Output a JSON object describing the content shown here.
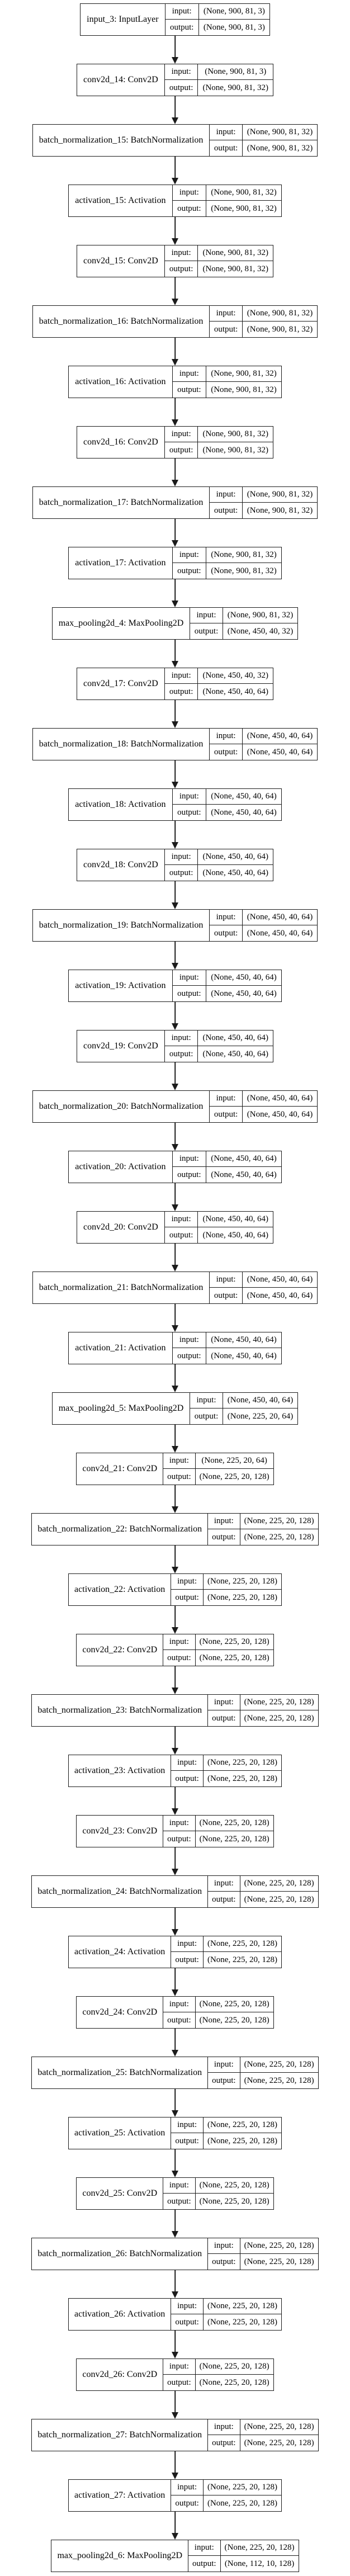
{
  "diagram_title": "keras-model-plot",
  "colors": {
    "border": "#1c1c1c",
    "background": "#ffffff",
    "text": "#000000"
  },
  "labels": {
    "input_key": "input:",
    "output_key": "output:"
  },
  "nodes": [
    {
      "label": "input_3: InputLayer",
      "kind": "input",
      "input": "(None, 900, 81, 3)",
      "output": "(None, 900, 81, 3)"
    },
    {
      "label": "conv2d_14: Conv2D",
      "kind": "conv",
      "input": "(None, 900, 81, 3)",
      "output": "(None, 900, 81, 32)"
    },
    {
      "label": "batch_normalization_15: BatchNormalization",
      "kind": "bn",
      "input": "(None, 900, 81, 32)",
      "output": "(None, 900, 81, 32)"
    },
    {
      "label": "activation_15: Activation",
      "kind": "act",
      "input": "(None, 900, 81, 32)",
      "output": "(None, 900, 81, 32)"
    },
    {
      "label": "conv2d_15: Conv2D",
      "kind": "conv",
      "input": "(None, 900, 81, 32)",
      "output": "(None, 900, 81, 32)"
    },
    {
      "label": "batch_normalization_16: BatchNormalization",
      "kind": "bn",
      "input": "(None, 900, 81, 32)",
      "output": "(None, 900, 81, 32)"
    },
    {
      "label": "activation_16: Activation",
      "kind": "act",
      "input": "(None, 900, 81, 32)",
      "output": "(None, 900, 81, 32)"
    },
    {
      "label": "conv2d_16: Conv2D",
      "kind": "conv",
      "input": "(None, 900, 81, 32)",
      "output": "(None, 900, 81, 32)"
    },
    {
      "label": "batch_normalization_17: BatchNormalization",
      "kind": "bn",
      "input": "(None, 900, 81, 32)",
      "output": "(None, 900, 81, 32)"
    },
    {
      "label": "activation_17: Activation",
      "kind": "act",
      "input": "(None, 900, 81, 32)",
      "output": "(None, 900, 81, 32)"
    },
    {
      "label": "max_pooling2d_4: MaxPooling2D",
      "kind": "pool",
      "input": "(None, 900, 81, 32)",
      "output": "(None, 450, 40, 32)"
    },
    {
      "label": "conv2d_17: Conv2D",
      "kind": "conv",
      "input": "(None, 450, 40, 32)",
      "output": "(None, 450, 40, 64)"
    },
    {
      "label": "batch_normalization_18: BatchNormalization",
      "kind": "bn",
      "input": "(None, 450, 40, 64)",
      "output": "(None, 450, 40, 64)"
    },
    {
      "label": "activation_18: Activation",
      "kind": "act",
      "input": "(None, 450, 40, 64)",
      "output": "(None, 450, 40, 64)"
    },
    {
      "label": "conv2d_18: Conv2D",
      "kind": "conv",
      "input": "(None, 450, 40, 64)",
      "output": "(None, 450, 40, 64)"
    },
    {
      "label": "batch_normalization_19: BatchNormalization",
      "kind": "bn",
      "input": "(None, 450, 40, 64)",
      "output": "(None, 450, 40, 64)"
    },
    {
      "label": "activation_19: Activation",
      "kind": "act",
      "input": "(None, 450, 40, 64)",
      "output": "(None, 450, 40, 64)"
    },
    {
      "label": "conv2d_19: Conv2D",
      "kind": "conv",
      "input": "(None, 450, 40, 64)",
      "output": "(None, 450, 40, 64)"
    },
    {
      "label": "batch_normalization_20: BatchNormalization",
      "kind": "bn",
      "input": "(None, 450, 40, 64)",
      "output": "(None, 450, 40, 64)"
    },
    {
      "label": "activation_20: Activation",
      "kind": "act",
      "input": "(None, 450, 40, 64)",
      "output": "(None, 450, 40, 64)"
    },
    {
      "label": "conv2d_20: Conv2D",
      "kind": "conv",
      "input": "(None, 450, 40, 64)",
      "output": "(None, 450, 40, 64)"
    },
    {
      "label": "batch_normalization_21: BatchNormalization",
      "kind": "bn",
      "input": "(None, 450, 40, 64)",
      "output": "(None, 450, 40, 64)"
    },
    {
      "label": "activation_21: Activation",
      "kind": "act",
      "input": "(None, 450, 40, 64)",
      "output": "(None, 450, 40, 64)"
    },
    {
      "label": "max_pooling2d_5: MaxPooling2D",
      "kind": "pool",
      "input": "(None, 450, 40, 64)",
      "output": "(None, 225, 20, 64)"
    },
    {
      "label": "conv2d_21: Conv2D",
      "kind": "conv",
      "input": "(None, 225, 20, 64)",
      "output": "(None, 225, 20, 128)"
    },
    {
      "label": "batch_normalization_22: BatchNormalization",
      "kind": "bn",
      "input": "(None, 225, 20, 128)",
      "output": "(None, 225, 20, 128)"
    },
    {
      "label": "activation_22: Activation",
      "kind": "act",
      "input": "(None, 225, 20, 128)",
      "output": "(None, 225, 20, 128)"
    },
    {
      "label": "conv2d_22: Conv2D",
      "kind": "conv",
      "input": "(None, 225, 20, 128)",
      "output": "(None, 225, 20, 128)"
    },
    {
      "label": "batch_normalization_23: BatchNormalization",
      "kind": "bn",
      "input": "(None, 225, 20, 128)",
      "output": "(None, 225, 20, 128)"
    },
    {
      "label": "activation_23: Activation",
      "kind": "act",
      "input": "(None, 225, 20, 128)",
      "output": "(None, 225, 20, 128)"
    },
    {
      "label": "conv2d_23: Conv2D",
      "kind": "conv",
      "input": "(None, 225, 20, 128)",
      "output": "(None, 225, 20, 128)"
    },
    {
      "label": "batch_normalization_24: BatchNormalization",
      "kind": "bn",
      "input": "(None, 225, 20, 128)",
      "output": "(None, 225, 20, 128)"
    },
    {
      "label": "activation_24: Activation",
      "kind": "act",
      "input": "(None, 225, 20, 128)",
      "output": "(None, 225, 20, 128)"
    },
    {
      "label": "conv2d_24: Conv2D",
      "kind": "conv",
      "input": "(None, 225, 20, 128)",
      "output": "(None, 225, 20, 128)"
    },
    {
      "label": "batch_normalization_25: BatchNormalization",
      "kind": "bn",
      "input": "(None, 225, 20, 128)",
      "output": "(None, 225, 20, 128)"
    },
    {
      "label": "activation_25: Activation",
      "kind": "act",
      "input": "(None, 225, 20, 128)",
      "output": "(None, 225, 20, 128)"
    },
    {
      "label": "conv2d_25: Conv2D",
      "kind": "conv",
      "input": "(None, 225, 20, 128)",
      "output": "(None, 225, 20, 128)"
    },
    {
      "label": "batch_normalization_26: BatchNormalization",
      "kind": "bn",
      "input": "(None, 225, 20, 128)",
      "output": "(None, 225, 20, 128)"
    },
    {
      "label": "activation_26: Activation",
      "kind": "act",
      "input": "(None, 225, 20, 128)",
      "output": "(None, 225, 20, 128)"
    },
    {
      "label": "conv2d_26: Conv2D",
      "kind": "conv",
      "input": "(None, 225, 20, 128)",
      "output": "(None, 225, 20, 128)"
    },
    {
      "label": "batch_normalization_27: BatchNormalization",
      "kind": "bn",
      "input": "(None, 225, 20, 128)",
      "output": "(None, 225, 20, 128)"
    },
    {
      "label": "activation_27: Activation",
      "kind": "act",
      "input": "(None, 225, 20, 128)",
      "output": "(None, 225, 20, 128)"
    },
    {
      "label": "max_pooling2d_6: MaxPooling2D",
      "kind": "pool",
      "input": "(None, 225, 20, 128)",
      "output": "(None, 112, 10, 128)"
    }
  ]
}
